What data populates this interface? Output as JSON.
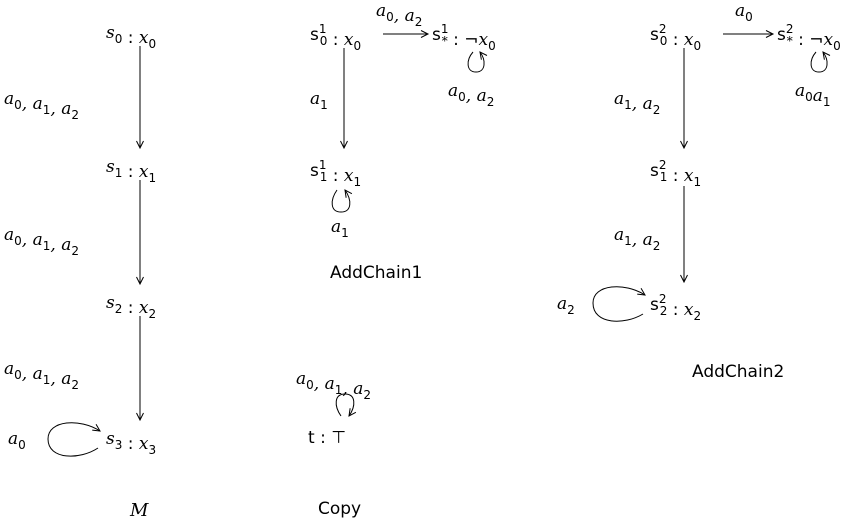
{
  "diagrams": {
    "M": {
      "caption": "M",
      "nodes": {
        "s0": {
          "name": "s",
          "sub": "0",
          "sup": "",
          "sep": " : ",
          "label": "x",
          "label_sub": "0",
          "neg": false
        },
        "s1": {
          "name": "s",
          "sub": "1",
          "sup": "",
          "sep": " : ",
          "label": "x",
          "label_sub": "1",
          "neg": false
        },
        "s2": {
          "name": "s",
          "sub": "2",
          "sup": "",
          "sep": " : ",
          "label": "x",
          "label_sub": "2",
          "neg": false
        },
        "s3": {
          "name": "s",
          "sub": "3",
          "sup": "",
          "sep": " : ",
          "label": "x",
          "label_sub": "3",
          "neg": false
        }
      },
      "edges": {
        "e01": "a0,a1,a2",
        "e12": "a0,a1,a2",
        "e23": "a0,a1,a2",
        "loop3": "a0"
      }
    },
    "AddChain1": {
      "caption": "AddChain1",
      "nodes": {
        "s0": {
          "name": "s",
          "sub": "0",
          "sup": "1",
          "sep": " : ",
          "label": "x",
          "label_sub": "0",
          "neg": false
        },
        "sstar": {
          "name": "s",
          "sub": "*",
          "sup": "1",
          "sep": " : ",
          "label": "x",
          "label_sub": "0",
          "neg": true
        },
        "s1": {
          "name": "s",
          "sub": "1",
          "sup": "1",
          "sep": " : ",
          "label": "x",
          "label_sub": "1",
          "neg": false
        }
      },
      "edges": {
        "e0star": "a0,a2",
        "e01": "a1",
        "loopstar": "a0,a2",
        "loop1": "a1"
      }
    },
    "AddChain2": {
      "caption": "AddChain2",
      "nodes": {
        "s0": {
          "name": "s",
          "sub": "0",
          "sup": "2",
          "sep": " : ",
          "label": "x",
          "label_sub": "0",
          "neg": false
        },
        "sstar": {
          "name": "s",
          "sub": "*",
          "sup": "2",
          "sep": " : ",
          "label": "x",
          "label_sub": "0",
          "neg": true
        },
        "s1": {
          "name": "s",
          "sub": "1",
          "sup": "2",
          "sep": " : ",
          "label": "x",
          "label_sub": "1",
          "neg": false
        },
        "s2": {
          "name": "s",
          "sub": "2",
          "sup": "2",
          "sep": " : ",
          "label": "x",
          "label_sub": "2",
          "neg": false
        }
      },
      "edges": {
        "e0star": "a0",
        "e01": "a1,a2",
        "e12": "a1,a2",
        "loopstar": "a0a1",
        "loop2": "a2"
      }
    },
    "Copy": {
      "caption": "Copy",
      "nodes": {
        "t": {
          "name": "t",
          "sep": " : ",
          "label": "⊤"
        }
      },
      "edges": {
        "loopt": "a0,a1,a2"
      }
    }
  }
}
